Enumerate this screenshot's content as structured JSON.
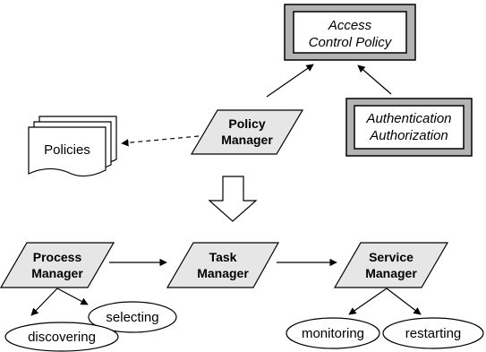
{
  "access_control_policy": [
    "Access",
    "Control Policy"
  ],
  "authentication": [
    "Authentication",
    "Authorization"
  ],
  "policy_manager": [
    "Policy",
    "Manager"
  ],
  "policies": "Policies",
  "process_manager": [
    "Process",
    "Manager"
  ],
  "task_manager": [
    "Task",
    "Manager"
  ],
  "service_manager": [
    "Service",
    "Manager"
  ],
  "process_actions": [
    "selecting",
    "discovering"
  ],
  "service_actions": [
    "monitoring",
    "restarting"
  ],
  "colors": {
    "shape_fill": "#e6e6e6",
    "frame": "#b3b3b3",
    "stroke": "#000000"
  }
}
